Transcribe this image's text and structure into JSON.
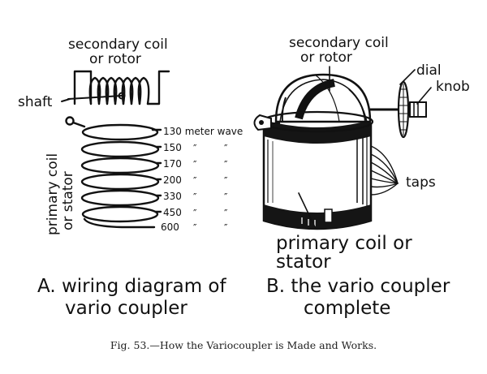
{
  "panel_a": {
    "top_label_line1": "secondary coil",
    "top_label_line2": "or rotor",
    "shaft_label": "shaft",
    "side_label_line1": "primary coil",
    "side_label_line2": "or stator",
    "wave_header": "130 meter wave",
    "taps": [
      "150",
      "170",
      "200",
      "330",
      "450",
      "600"
    ],
    "ditto": "″",
    "title_line1": "A. wiring diagram of",
    "title_line2": "vario coupler"
  },
  "panel_b": {
    "top_label_line1": "secondary coil",
    "top_label_line2": "or rotor",
    "dial_label": "dial",
    "knob_label": "knob",
    "taps_label": "taps",
    "bottom_label_line1": "primary coil or",
    "bottom_label_line2": "stator",
    "title_line1": "B. the vario coupler",
    "title_line2": "complete"
  },
  "caption": "Fig. 53.—How the Variocoupler is Made and Works."
}
